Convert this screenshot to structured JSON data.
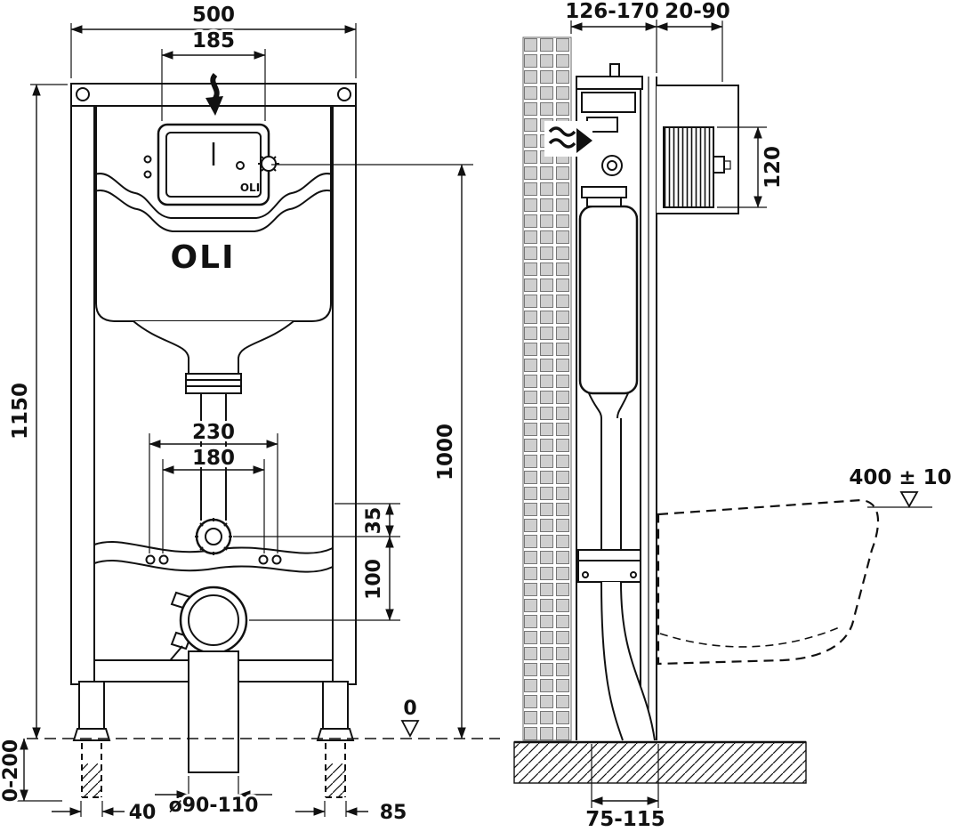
{
  "drawing": {
    "brand_logo": "OLI",
    "panel_logo": "OLI"
  },
  "front_view": {
    "width_total": "500",
    "plate_cutout_width": "185",
    "frame_height": "1150",
    "plate_center_height": "1000",
    "fixing_span_outer": "230",
    "fixing_span_inner": "180",
    "inlet_offset": "35",
    "outlet_offset": "100",
    "datum": "0",
    "foot_adjustment": "0-200",
    "foot_width": "40",
    "drain_diameter": "ø90-110",
    "foot_offset": "85"
  },
  "side_view": {
    "frame_depth": "126-170",
    "finish_thickness": "20-90",
    "plate_height": "120",
    "bowl_height": "400 ± 10",
    "outlet_distance": "75-115"
  }
}
